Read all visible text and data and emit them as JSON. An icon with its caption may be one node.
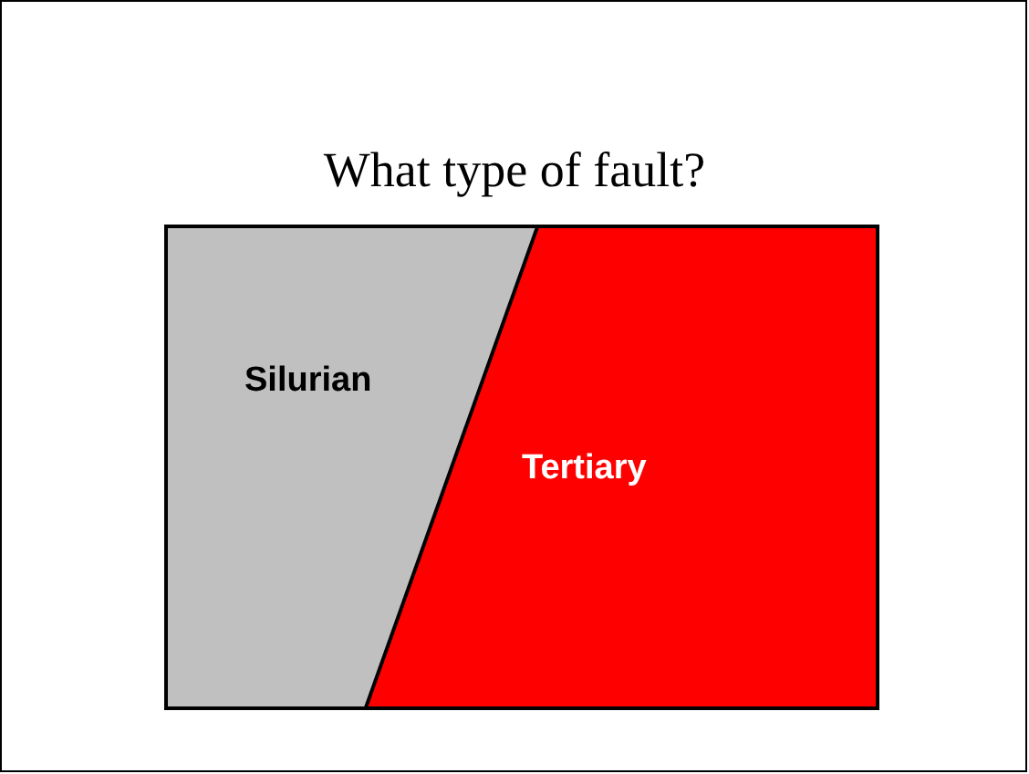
{
  "diagram": {
    "title": "What type of fault?",
    "nodes": [
      {
        "text": [
          "Silurian"
        ]
      },
      {
        "text": [
          "Tertiary"
        ]
      }
    ]
  }
}
